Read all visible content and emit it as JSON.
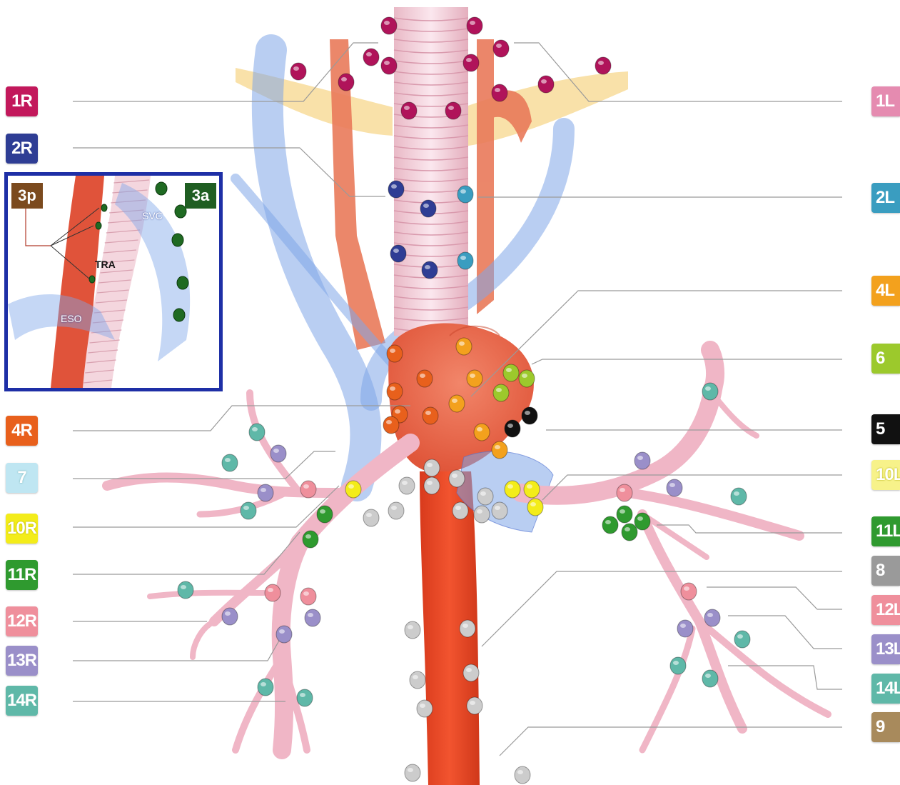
{
  "labels_left": [
    {
      "id": "1R",
      "text": "1R",
      "color": "#c2185b"
    },
    {
      "id": "2R",
      "text": "2R",
      "color": "#2e3d94"
    },
    {
      "id": "4R",
      "text": "4R",
      "color": "#e8601c"
    },
    {
      "id": "7",
      "text": "7",
      "color": "#bfe6f2"
    },
    {
      "id": "10R",
      "text": "10R",
      "color": "#f3ec1a"
    },
    {
      "id": "11R",
      "text": "11R",
      "color": "#2f9a2f"
    },
    {
      "id": "12R",
      "text": "12R",
      "color": "#ef8f9c"
    },
    {
      "id": "13R",
      "text": "13R",
      "color": "#9a8fc9"
    },
    {
      "id": "14R",
      "text": "14R",
      "color": "#5fb8a8"
    }
  ],
  "labels_right": [
    {
      "id": "1L",
      "text": "1L",
      "color": "#e58bb0"
    },
    {
      "id": "2L",
      "text": "2L",
      "color": "#3a9dc0"
    },
    {
      "id": "4L",
      "text": "4L",
      "color": "#f3a11d"
    },
    {
      "id": "6",
      "text": "6",
      "color": "#9cc92c"
    },
    {
      "id": "5",
      "text": "5",
      "color": "#111111"
    },
    {
      "id": "10L",
      "text": "10L",
      "color": "#f7f28a"
    },
    {
      "id": "11L",
      "text": "11L",
      "color": "#2f9a2f"
    },
    {
      "id": "8",
      "text": "8",
      "color": "#9a9a9a"
    },
    {
      "id": "12L",
      "text": "12L",
      "color": "#ef8f9c"
    },
    {
      "id": "13L",
      "text": "13L",
      "color": "#9a8fc9"
    },
    {
      "id": "14L",
      "text": "14L",
      "color": "#5fb8a8"
    },
    {
      "id": "9",
      "text": "9",
      "color": "#a88a5c"
    }
  ],
  "inset": {
    "badge_3p": {
      "text": "3p",
      "color": "#7b4a1e"
    },
    "badge_3a": {
      "text": "3a",
      "color": "#1f5e22"
    },
    "svc_label": "SVC",
    "tra_label": "TRA",
    "eso_label": "ESO",
    "border_color": "#1e2fa6"
  },
  "colors": {
    "trachea": "#f2d3dc",
    "bronchi": "#f0b6c6",
    "aorta": "#e84a2a",
    "vein": "#7fa6e8",
    "clavicle": "#f7d78c",
    "leader_line": "#9a9a9a"
  }
}
